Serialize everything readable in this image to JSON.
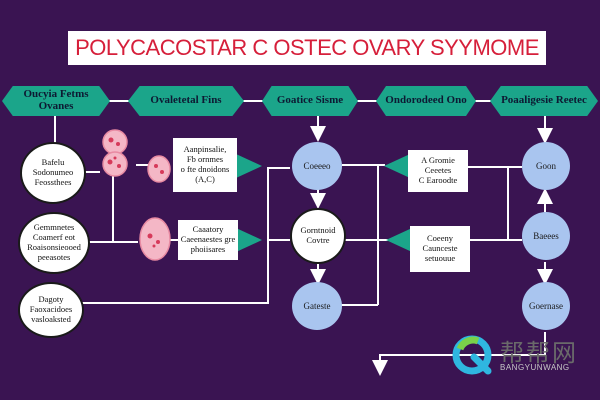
{
  "title": "POLYCACOSTAR C OSTEC OVARY SYYMOME",
  "headers": [
    "Oucyia Fetms\nOvanes",
    "Ovaletetal Fins",
    "Goatice Sisme",
    "Ondorodeed Ono",
    "Poaaligesie Reetec"
  ],
  "left_circles": [
    "Bafelu\nSodonumeo\nFeossthees",
    "Gemmnetes\nCoamerf eot\nRoaisonsieooed\npeeasotes",
    "Dagoty\nFaoxacidoes\nvasloaksted"
  ],
  "mid_boxes": [
    "Aanpinsalie,\nFb ornmes\no fte dnoidons\n(A,C)",
    "Caaatory\nCaeenaestes gre\nphoiisares"
  ],
  "blue_circles_mid": [
    "Coeeeo",
    "Gorntnoid\nCovtre",
    "Gateste"
  ],
  "right_boxes": [
    "A Gromie\nCeeetes\nC Earoodte",
    "Coeeny\nCaunceste\nsetuouue"
  ],
  "blue_circles_right": [
    "Goon",
    "Baeees",
    "Goernase"
  ],
  "watermark": {
    "cn": "帮帮网",
    "en": "BANGYUNWANG"
  },
  "colors": {
    "background": "#3a1452",
    "teal": "#1ba58a",
    "title_red": "#d61f3a",
    "blue_node": "#a9c5ef",
    "cell_pink": "#f2a4b8"
  }
}
